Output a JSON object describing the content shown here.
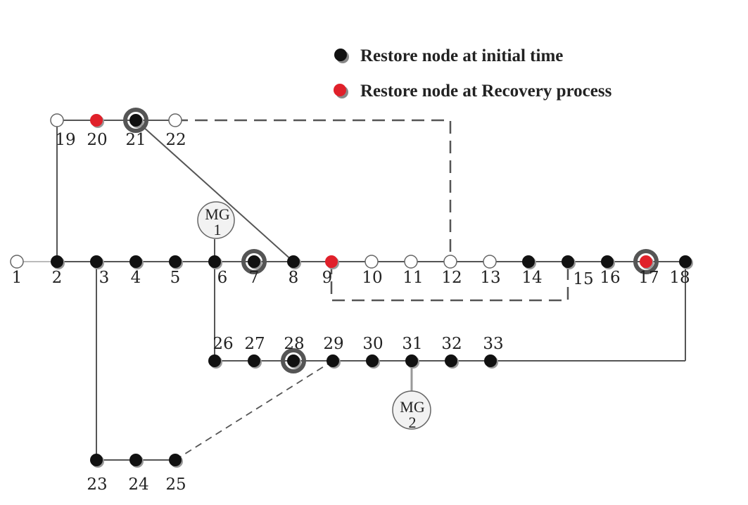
{
  "legend": {
    "initial": {
      "label": "Restore node at initial time",
      "color": "#111111"
    },
    "recovery": {
      "label": "Restore node at Recovery process",
      "color": "#e0202a"
    }
  },
  "colors": {
    "line": "#555555",
    "line_light": "#bbbbbb",
    "node_black": "#111111",
    "node_red": "#e0202a",
    "node_open_fill": "#ffffff",
    "mg_fill": "#f2f2f2"
  },
  "nodes": [
    {
      "id": 1,
      "label": "1",
      "state": "open"
    },
    {
      "id": 2,
      "label": "2",
      "state": "black"
    },
    {
      "id": 3,
      "label": "3",
      "state": "black"
    },
    {
      "id": 4,
      "label": "4",
      "state": "black"
    },
    {
      "id": 5,
      "label": "5",
      "state": "black"
    },
    {
      "id": 6,
      "label": "6",
      "state": "black"
    },
    {
      "id": 7,
      "label": "7",
      "state": "black",
      "ring": true
    },
    {
      "id": 8,
      "label": "8",
      "state": "black"
    },
    {
      "id": 9,
      "label": "9",
      "state": "red"
    },
    {
      "id": 10,
      "label": "10",
      "state": "open"
    },
    {
      "id": 11,
      "label": "11",
      "state": "open"
    },
    {
      "id": 12,
      "label": "12",
      "state": "open"
    },
    {
      "id": 13,
      "label": "13",
      "state": "open"
    },
    {
      "id": 14,
      "label": "14",
      "state": "black"
    },
    {
      "id": 15,
      "label": "15",
      "state": "black"
    },
    {
      "id": 16,
      "label": "16",
      "state": "black"
    },
    {
      "id": 17,
      "label": "17",
      "state": "red",
      "ring": true
    },
    {
      "id": 18,
      "label": "18",
      "state": "black"
    },
    {
      "id": 19,
      "label": "19",
      "state": "open"
    },
    {
      "id": 20,
      "label": "20",
      "state": "red"
    },
    {
      "id": 21,
      "label": "21",
      "state": "black",
      "ring": true
    },
    {
      "id": 22,
      "label": "22",
      "state": "open"
    },
    {
      "id": 23,
      "label": "23",
      "state": "black"
    },
    {
      "id": 24,
      "label": "24",
      "state": "black"
    },
    {
      "id": 25,
      "label": "25",
      "state": "black"
    },
    {
      "id": 26,
      "label": "26",
      "state": "black"
    },
    {
      "id": 27,
      "label": "27",
      "state": "black"
    },
    {
      "id": 28,
      "label": "28",
      "state": "black",
      "ring": true
    },
    {
      "id": 29,
      "label": "29",
      "state": "black"
    },
    {
      "id": 30,
      "label": "30",
      "state": "black"
    },
    {
      "id": 31,
      "label": "31",
      "state": "black"
    },
    {
      "id": 32,
      "label": "32",
      "state": "black"
    },
    {
      "id": 33,
      "label": "33",
      "state": "black"
    }
  ],
  "microgrids": [
    {
      "id": "mg1",
      "line1": "MG",
      "line2": "1",
      "bus": 6
    },
    {
      "id": "mg2",
      "line1": "MG",
      "line2": "2",
      "bus": 31
    }
  ]
}
